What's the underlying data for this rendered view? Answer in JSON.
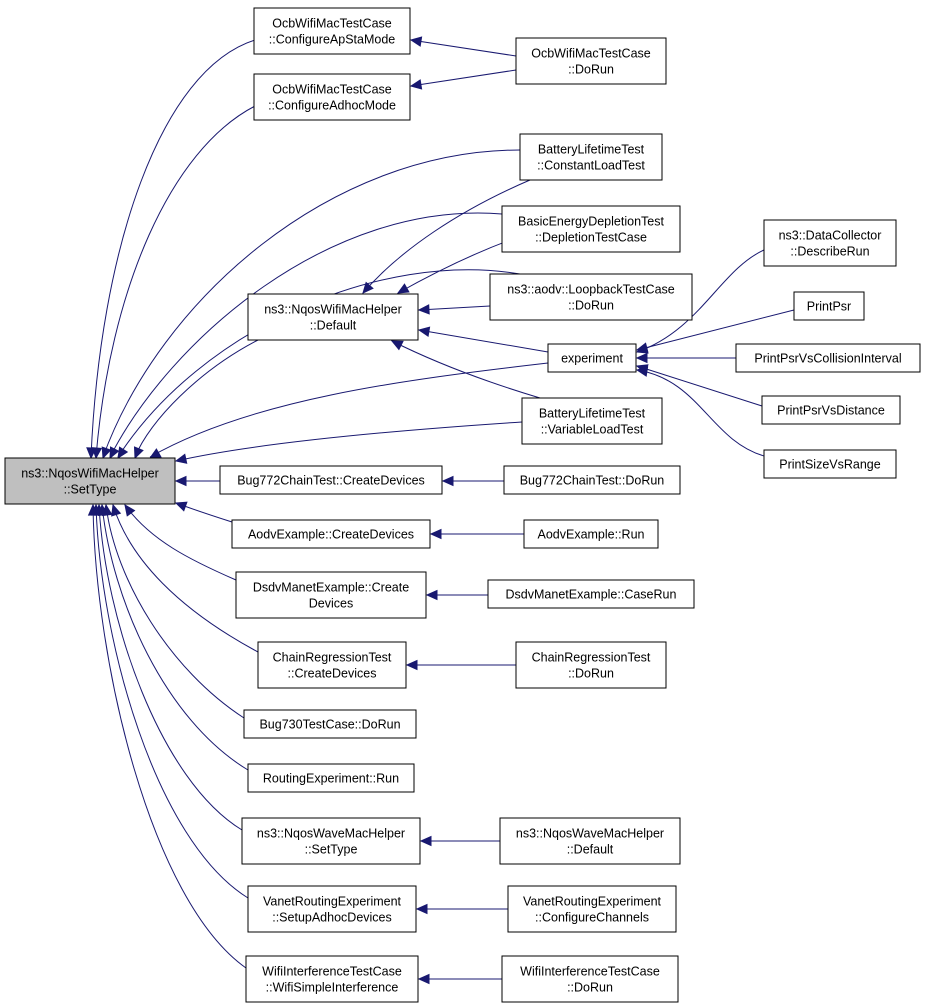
{
  "graph": {
    "nodes": [
      {
        "id": "settype",
        "lines": [
          "ns3::NqosWifiMacHelper",
          "::SetType"
        ],
        "focus": true
      },
      {
        "id": "ocb_apsta",
        "lines": [
          "OcbWifiMacTestCase",
          "::ConfigureApStaMode"
        ]
      },
      {
        "id": "ocb_adhoc",
        "lines": [
          "OcbWifiMacTestCase",
          "::ConfigureAdhocMode"
        ]
      },
      {
        "id": "ocb_dorun",
        "lines": [
          "OcbWifiMacTestCase",
          "::DoRun"
        ]
      },
      {
        "id": "batt_const",
        "lines": [
          "BatteryLifetimeTest",
          "::ConstantLoadTest"
        ]
      },
      {
        "id": "basic_depl",
        "lines": [
          "BasicEnergyDepletionTest",
          "::DepletionTestCase"
        ]
      },
      {
        "id": "aodv_loop",
        "lines": [
          "ns3::aodv::LoopbackTestCase",
          "::DoRun"
        ]
      },
      {
        "id": "nqos_default",
        "lines": [
          "ns3::NqosWifiMacHelper",
          "::Default"
        ]
      },
      {
        "id": "experiment",
        "lines": [
          "experiment"
        ]
      },
      {
        "id": "batt_var",
        "lines": [
          "BatteryLifetimeTest",
          "::VariableLoadTest"
        ]
      },
      {
        "id": "datacollector",
        "lines": [
          "ns3::DataCollector",
          "::DescribeRun"
        ]
      },
      {
        "id": "printpsr",
        "lines": [
          "PrintPsr"
        ]
      },
      {
        "id": "printpsr_ci",
        "lines": [
          "PrintPsrVsCollisionInterval"
        ]
      },
      {
        "id": "printpsr_dist",
        "lines": [
          "PrintPsrVsDistance"
        ]
      },
      {
        "id": "printsize",
        "lines": [
          "PrintSizeVsRange"
        ]
      },
      {
        "id": "bug772_cd",
        "lines": [
          "Bug772ChainTest::CreateDevices"
        ]
      },
      {
        "id": "bug772_dr",
        "lines": [
          "Bug772ChainTest::DoRun"
        ]
      },
      {
        "id": "aodvex_cd",
        "lines": [
          "AodvExample::CreateDevices"
        ]
      },
      {
        "id": "aodvex_run",
        "lines": [
          "AodvExample::Run"
        ]
      },
      {
        "id": "dsdv_cd",
        "lines": [
          "DsdvManetExample::Create",
          "Devices"
        ]
      },
      {
        "id": "dsdv_cr",
        "lines": [
          "DsdvManetExample::CaseRun"
        ]
      },
      {
        "id": "chain_cd",
        "lines": [
          "ChainRegressionTest",
          "::CreateDevices"
        ]
      },
      {
        "id": "chain_dr",
        "lines": [
          "ChainRegressionTest",
          "::DoRun"
        ]
      },
      {
        "id": "bug730",
        "lines": [
          "Bug730TestCase::DoRun"
        ]
      },
      {
        "id": "routing_run",
        "lines": [
          "RoutingExperiment::Run"
        ]
      },
      {
        "id": "wave_settype",
        "lines": [
          "ns3::NqosWaveMacHelper",
          "::SetType"
        ]
      },
      {
        "id": "wave_default",
        "lines": [
          "ns3::NqosWaveMacHelper",
          "::Default"
        ]
      },
      {
        "id": "vanet_setup",
        "lines": [
          "VanetRoutingExperiment",
          "::SetupAdhocDevices"
        ]
      },
      {
        "id": "vanet_config",
        "lines": [
          "VanetRoutingExperiment",
          "::ConfigureChannels"
        ]
      },
      {
        "id": "wifi_simple",
        "lines": [
          "WifiInterferenceTestCase",
          "::WifiSimpleInterference"
        ]
      },
      {
        "id": "wifi_dorun",
        "lines": [
          "WifiInterferenceTestCase",
          "::DoRun"
        ]
      }
    ],
    "edges": [
      {
        "from": "ocb_apsta",
        "to": "settype"
      },
      {
        "from": "ocb_adhoc",
        "to": "settype"
      },
      {
        "from": "batt_const",
        "to": "settype"
      },
      {
        "from": "basic_depl",
        "to": "settype"
      },
      {
        "from": "aodv_loop",
        "to": "settype"
      },
      {
        "from": "nqos_default",
        "to": "settype"
      },
      {
        "from": "experiment",
        "to": "settype"
      },
      {
        "from": "batt_var",
        "to": "settype"
      },
      {
        "from": "bug772_cd",
        "to": "settype"
      },
      {
        "from": "aodvex_cd",
        "to": "settype"
      },
      {
        "from": "dsdv_cd",
        "to": "settype"
      },
      {
        "from": "chain_cd",
        "to": "settype"
      },
      {
        "from": "bug730",
        "to": "settype"
      },
      {
        "from": "routing_run",
        "to": "settype"
      },
      {
        "from": "wave_settype",
        "to": "settype"
      },
      {
        "from": "vanet_setup",
        "to": "settype"
      },
      {
        "from": "wifi_simple",
        "to": "settype"
      },
      {
        "from": "ocb_dorun",
        "to": "ocb_apsta"
      },
      {
        "from": "ocb_dorun",
        "to": "ocb_adhoc"
      },
      {
        "from": "batt_const",
        "to": "nqos_default"
      },
      {
        "from": "basic_depl",
        "to": "nqos_default"
      },
      {
        "from": "aodv_loop",
        "to": "nqos_default"
      },
      {
        "from": "experiment",
        "to": "nqos_default"
      },
      {
        "from": "batt_var",
        "to": "nqos_default"
      },
      {
        "from": "datacollector",
        "to": "experiment"
      },
      {
        "from": "printpsr",
        "to": "experiment"
      },
      {
        "from": "printpsr_ci",
        "to": "experiment"
      },
      {
        "from": "printpsr_dist",
        "to": "experiment"
      },
      {
        "from": "printsize",
        "to": "experiment"
      },
      {
        "from": "bug772_dr",
        "to": "bug772_cd"
      },
      {
        "from": "aodvex_run",
        "to": "aodvex_cd"
      },
      {
        "from": "dsdv_cr",
        "to": "dsdv_cd"
      },
      {
        "from": "chain_dr",
        "to": "chain_cd"
      },
      {
        "from": "wave_default",
        "to": "wave_settype"
      },
      {
        "from": "vanet_config",
        "to": "vanet_setup"
      },
      {
        "from": "wifi_dorun",
        "to": "wifi_simple"
      }
    ]
  }
}
